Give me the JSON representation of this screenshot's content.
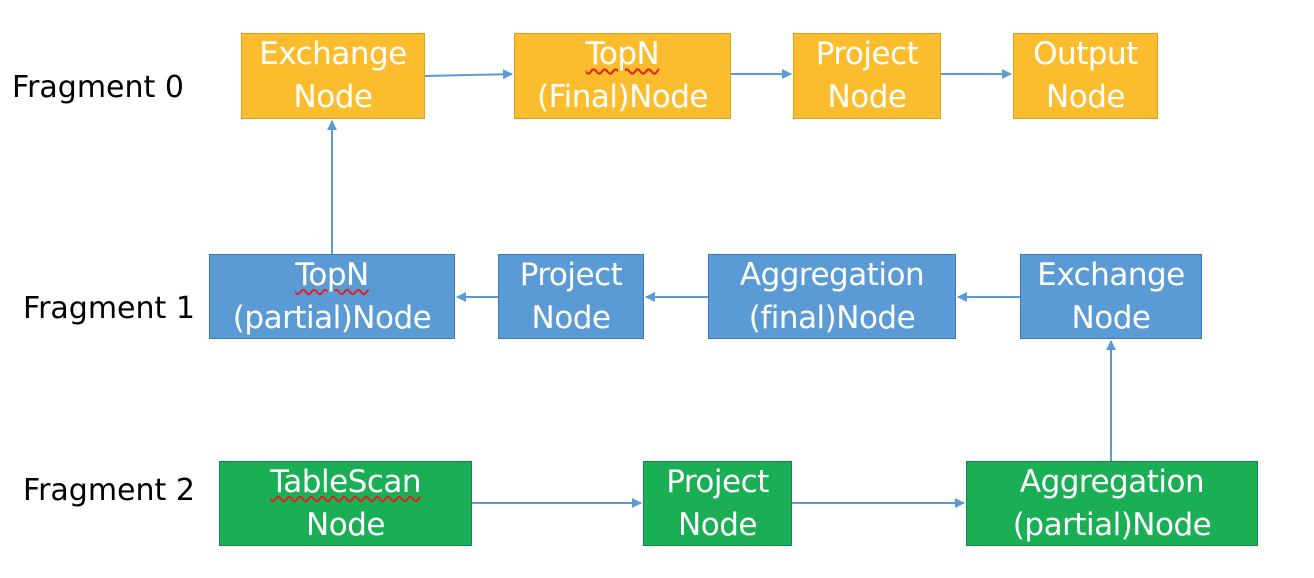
{
  "fragments": [
    {
      "label": "Fragment 0"
    },
    {
      "label": "Fragment 1"
    },
    {
      "label": "Fragment 2"
    }
  ],
  "nodes": {
    "f0_exchange": {
      "line1": "Exchange",
      "line2": "Node"
    },
    "f0_topn": {
      "line1": "TopN",
      "line2": "(Final)Node"
    },
    "f0_project": {
      "line1": "Project",
      "line2": "Node"
    },
    "f0_output": {
      "line1": "Output",
      "line2": "Node"
    },
    "f1_topn": {
      "line1": "TopN",
      "line2": "(partial)Node"
    },
    "f1_project": {
      "line1": "Project",
      "line2": "Node"
    },
    "f1_aggregation": {
      "line1": "Aggregation",
      "line2": "(final)Node"
    },
    "f1_exchange": {
      "line1": "Exchange",
      "line2": "Node"
    },
    "f2_tablescan": {
      "line1": "TableScan",
      "line2": "Node"
    },
    "f2_project": {
      "line1": "Project",
      "line2": "Node"
    },
    "f2_aggregation": {
      "line1": "Aggregation",
      "line2": "(partial)Node"
    }
  },
  "colors": {
    "fragment0": "#fbbd2d",
    "fragment1": "#5b9bd5",
    "fragment2": "#1aaf54",
    "edge": "#5b9bd5",
    "node_text": "#ffffff",
    "spellcheck_underline": "#e02020"
  }
}
